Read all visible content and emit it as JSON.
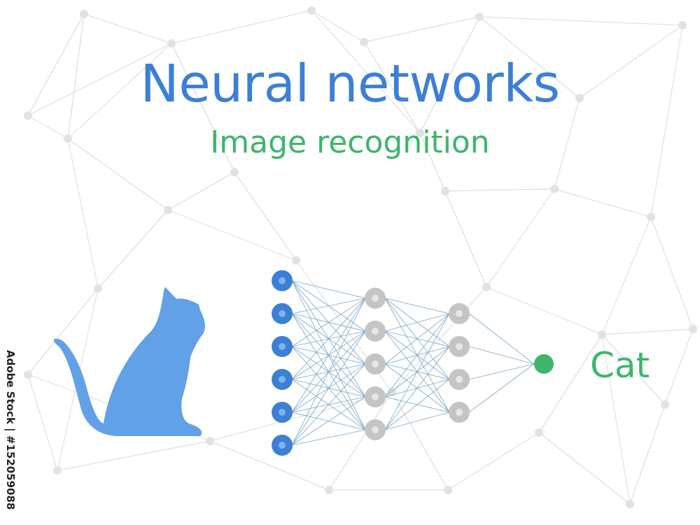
{
  "header": {
    "title": "Neural networks",
    "subtitle": "Image recognition"
  },
  "output": {
    "label": "Cat"
  },
  "stock_id": "Adobe Stock | #152059088",
  "network": {
    "layers": [
      {
        "name": "input",
        "nodes": 6,
        "color": "#3c7fd6",
        "inner": "#7fb2ee"
      },
      {
        "name": "hidden-1",
        "nodes": 5,
        "color": "#c4c4c4",
        "inner": "#e6e6e6"
      },
      {
        "name": "hidden-2",
        "nodes": 4,
        "color": "#c4c4c4",
        "inner": "#e6e6e6"
      },
      {
        "name": "output",
        "nodes": 1,
        "color": "#3eb56b",
        "inner": "#3eb56b"
      }
    ],
    "edge_color": "#7aa6c9"
  },
  "colors": {
    "title": "#3c7fd6",
    "subtitle": "#3eb56b",
    "cat": "#62a0e8",
    "background_mesh": "#dcdcdc"
  },
  "icons": {
    "cat": "cat-silhouette-icon"
  }
}
